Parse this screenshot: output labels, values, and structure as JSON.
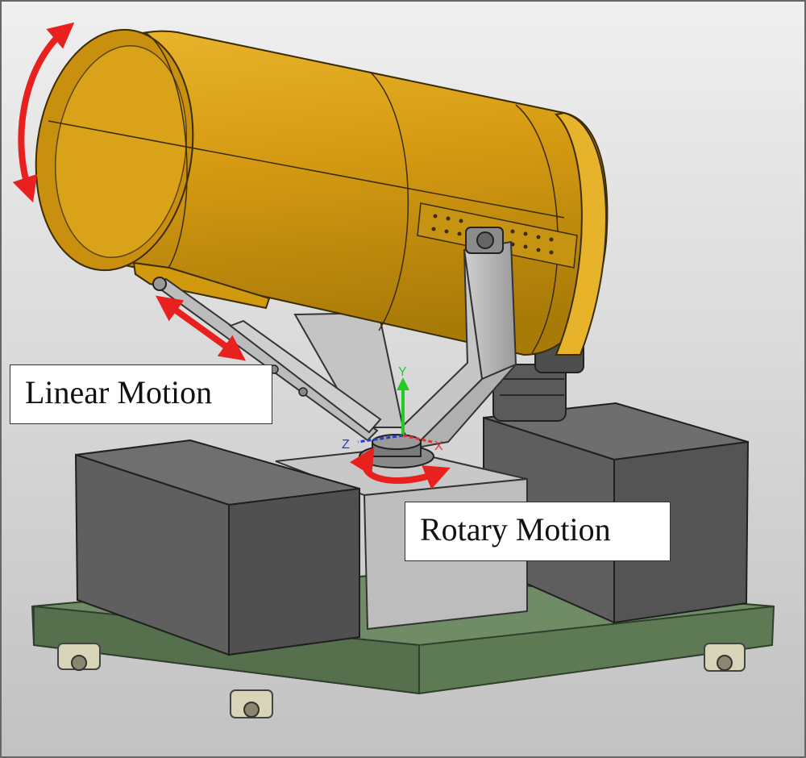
{
  "labels": {
    "linear_motion": "Linear Motion",
    "rotary_motion": "Rotary Motion"
  },
  "axis_triad": {
    "x": "X",
    "y": "Y",
    "z": "Z"
  },
  "colors": {
    "background_top": "#ececec",
    "background_bottom": "#c4c4c4",
    "barrel": "#d9a016",
    "barrel_dark": "#b07f08",
    "steel": "#b9b9b9",
    "dark_box": "#5c5c5c",
    "base_plate": "#5d7a55",
    "motion_arrow": "#e8201e",
    "y_axis": "#22cc22",
    "x_axis": "#e83030",
    "z_axis": "#2040d0"
  }
}
